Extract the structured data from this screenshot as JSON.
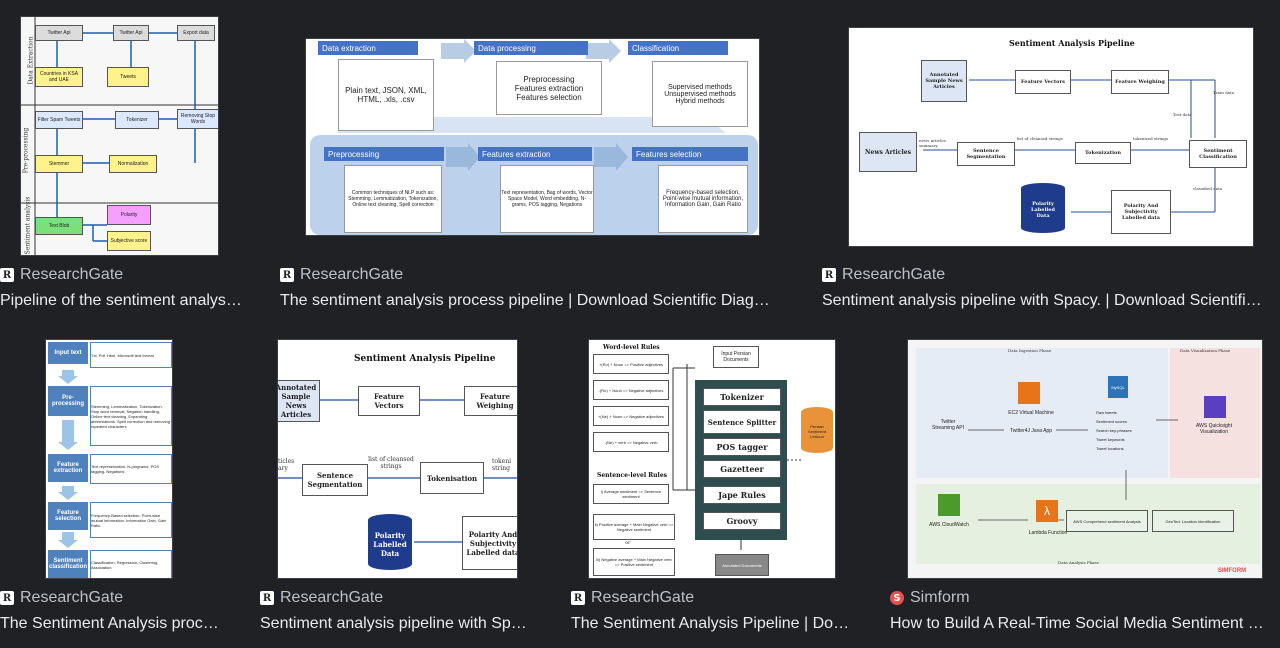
{
  "results": [
    {
      "source": "ResearchGate",
      "title": "Pipeline of the sentiment analys…"
    },
    {
      "source": "ResearchGate",
      "title": "The sentiment analysis process pipeline | Download Scientific Diag…"
    },
    {
      "source": "ResearchGate",
      "title": "Sentiment analysis pipeline with Spacy. | Download Scientifi…"
    },
    {
      "source": "ResearchGate",
      "title": "The Sentiment Analysis proc…"
    },
    {
      "source": "ResearchGate",
      "title": "Sentiment analysis pipeline with Sp…"
    },
    {
      "source": "ResearchGate",
      "title": "The Sentiment Analysis Pipeline | Do…"
    },
    {
      "source": "Simform",
      "title": "How to Build A Real-Time Social Media Sentiment …"
    }
  ],
  "thumb1": {
    "sections": [
      "Data Extraction",
      "Pre-processing",
      "Sentiment analysis"
    ],
    "boxes": [
      "Twitter Api",
      "Twitter Api",
      "Export data",
      "Countries in KSA and UAE",
      "Tweets",
      "Filter Spam Tweets",
      "Tokenizer",
      "Removing Stop Words",
      "Stemmer",
      "Normalization",
      "Text Blob",
      "Polarity",
      "Subjective score"
    ]
  },
  "thumb2": {
    "top": [
      "Data extraction",
      "Data processing",
      "Classification"
    ],
    "top_body": [
      "Plain text, JSON, XML, HTML, .xls, .csv",
      "Preprocessing\nFeatures extraction\nFeatures selection",
      "Supervised methods\nUnsupervised methods\nHybrid methods"
    ],
    "bottom": [
      "Preprocessing",
      "Features extraction",
      "Features selection"
    ],
    "bottom_body": [
      "Common techniques of NLP such as: Stemming, Lemmatization, Tokenization, Online text cleaning, Spell correction",
      "Text representation, Bag of words, Vector Space Model, Word embedding, N-grams, POS tagging, Negations",
      "Frequency-based selection, Point-wise mutual information, Information Gain, Gain Ratio"
    ]
  },
  "thumb3": {
    "heading": "Sentiment Analysis Pipeline",
    "nodes": [
      "Annotated Sample News Articles",
      "Feature Vectors",
      "Feature Weighing",
      "News Articles",
      "Sentence Segmentation",
      "Tokenization",
      "Sentiment Classification",
      "Polarity Labelled Data",
      "Polarity And Subjectivity Labelled data"
    ],
    "edges": [
      "news articles summary",
      "list of cleansed strings",
      "tokenized strings",
      "Train data",
      "Test data",
      "classified data"
    ]
  },
  "thumb4": {
    "stages": [
      "Input text",
      "Pre-processing",
      "Feature extraction",
      "Feature selection",
      "Sentiment classification"
    ],
    "notes": [
      "Txt, Pdf, Html, Microsoft text format",
      "Stemming, Lemmatization, Tokenization, Stop word removal, Negation handling, Online text cleaning, Expanding abbreviations, Spell correction and removing repeated characters",
      "Text representation, N-programs, POS tagging, Negations",
      "Frequency-Based selection, Point-wise mutual information, Information Gain, Gain Ratio",
      "Classification, Regression, Clustering, Association"
    ]
  },
  "thumb5": {
    "heading": "Sentiment Analysis Pipeline",
    "nodes": [
      "Annotated Sample News Articles",
      "Feature Vectors",
      "Feature Weighing",
      "Sentence Segmentation",
      "Tokenisation",
      "Polarity Labelled Data",
      "Polarity And Subjectivity Labelled data"
    ],
    "edges": [
      "list of cleansed strings",
      "tokeni string",
      "ticles ary"
    ]
  },
  "thumb6": {
    "word_rules": "Word-level Rules",
    "sentence_rules": "Sentence-level Rules",
    "input": "Input Persian Documents",
    "pipeline": [
      "Tokenizer",
      "Sentence Splitter",
      "POS tagger",
      "Gazetteer",
      "Jape Rules",
      "Groovy"
    ],
    "lexicon": "Persian Sentiment Lexicon",
    "output": "Annotated Documents",
    "rule_items": [
      "+(Ro) + Noun => Positive adjectives",
      "-(Ro) + Noun => Negative adjectives",
      "+(Ne) + Noun => Negative adjectives",
      "-(Ne) + verb => Negative verb",
      "i) Average sentiment => Sentence sentiment",
      "ii) Positive average + Main Negative verb => Negative sentiment",
      "or",
      "iii) Negative average + Main Negative verb => Positive sentiment"
    ]
  },
  "thumb7": {
    "phases": [
      "Data Ingestion Phase",
      "Data Visualization Phase",
      "Data Analysis Phase"
    ],
    "nodes": [
      "Twitter Streaming API",
      "EC2 Virtual Machine",
      "Twitter4J Java App",
      "MySQL",
      "AWS Quicksight Visualization",
      "AWS CloudWatch",
      "Lambda Function",
      "AWS Comprehend sentiment Analysis",
      "GeoTed: Location Identification"
    ],
    "db_items": [
      "Raw tweets",
      "Sentiment scores",
      "Search key-phrases",
      "Tweet keywords",
      "Tweet locations"
    ],
    "brand": "SIMFORM"
  }
}
